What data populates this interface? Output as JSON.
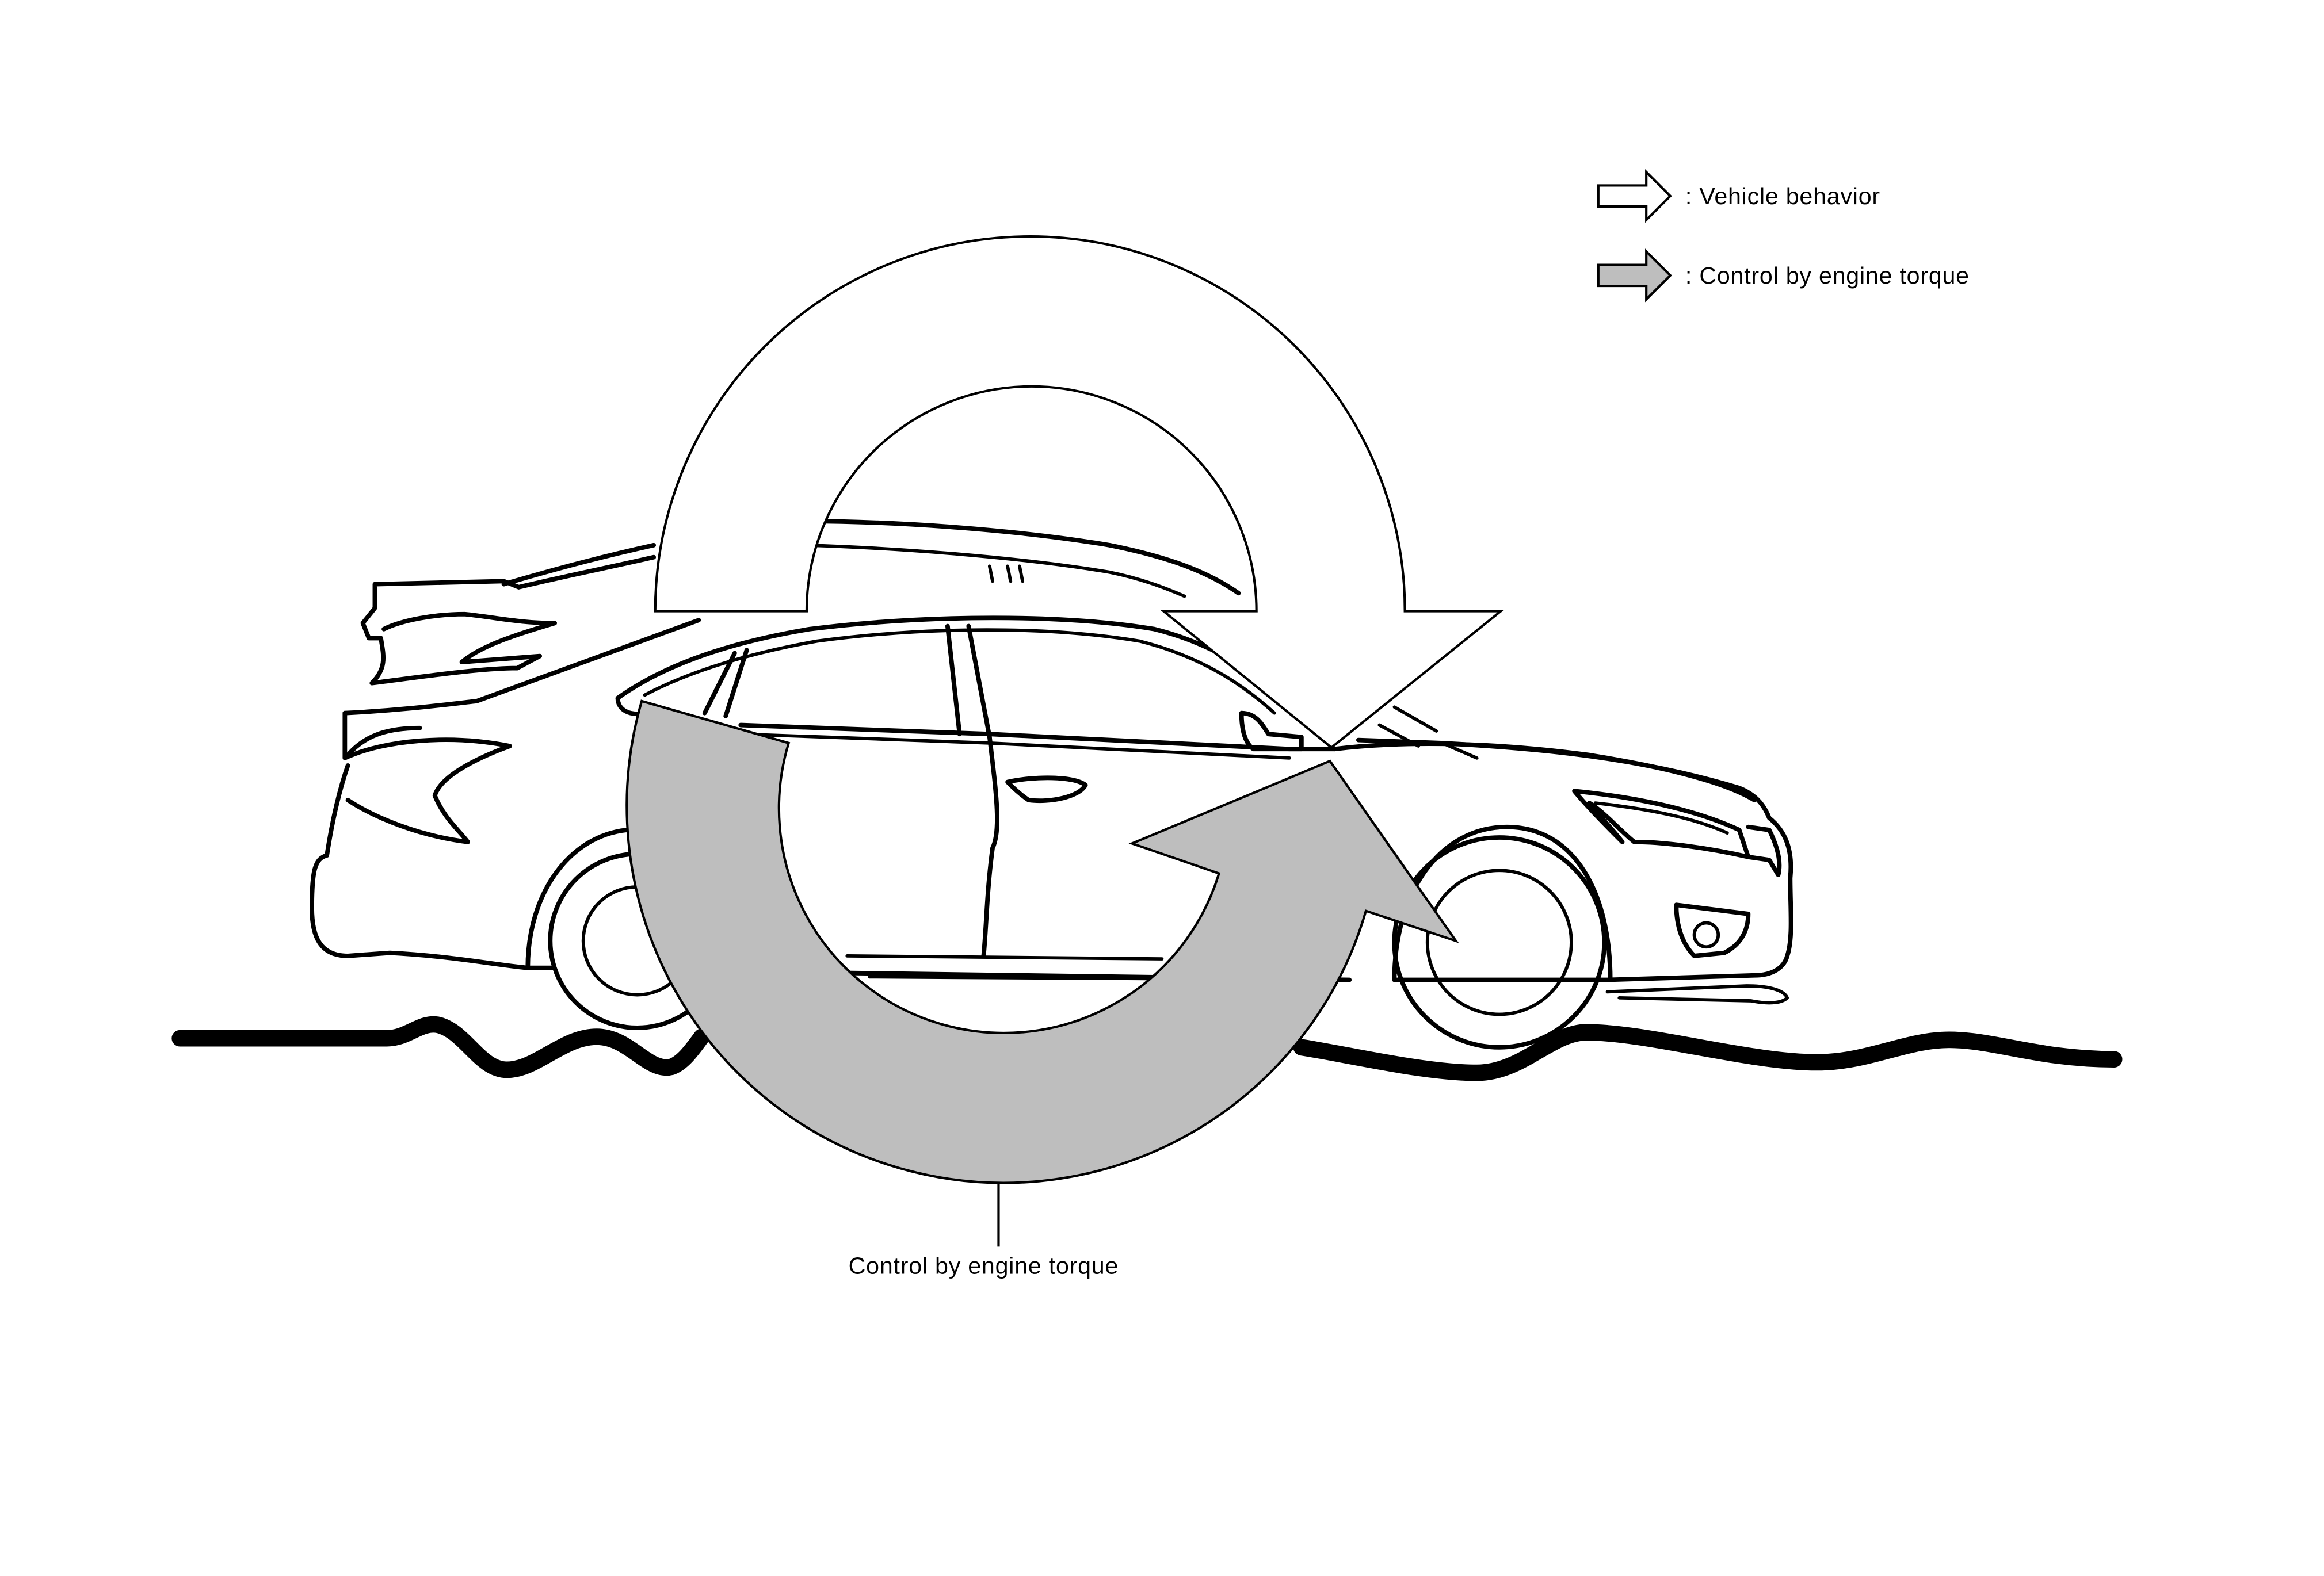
{
  "legend": {
    "items": [
      {
        "label": ": Vehicle behavior",
        "arrow_fill": "#ffffff",
        "icon": "white-arrow-icon"
      },
      {
        "label": ": Control by engine torque",
        "arrow_fill": "#bebebe",
        "icon": "gray-arrow-icon"
      }
    ]
  },
  "callout": {
    "label": "Control by engine torque"
  },
  "colors": {
    "vehicle_behavior_arrow": "#ffffff",
    "engine_torque_arrow": "#bebebe",
    "outline": "#000000",
    "road": "#000000"
  }
}
